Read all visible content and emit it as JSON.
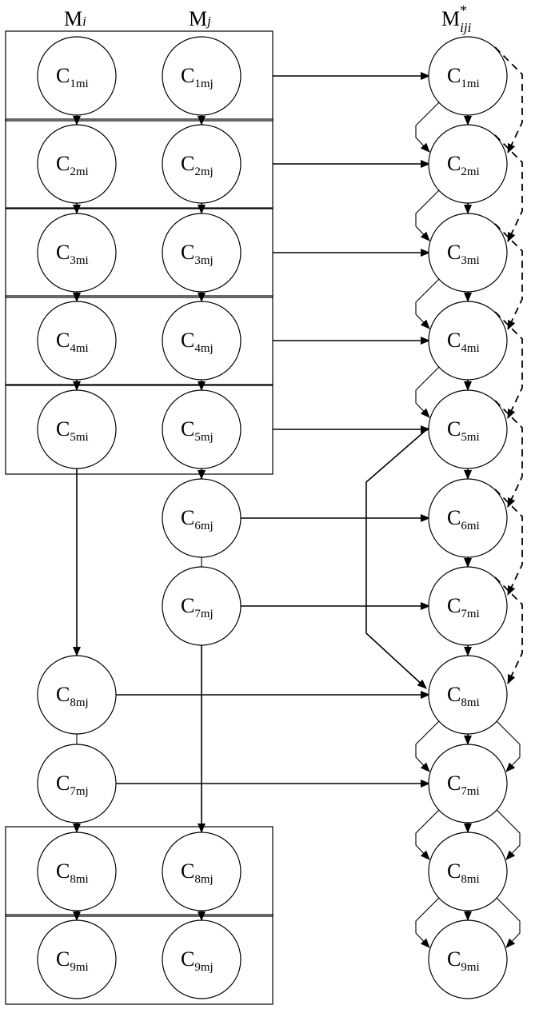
{
  "headers": {
    "mi": {
      "main": "M",
      "sub": "i"
    },
    "mj": {
      "main": "M",
      "sub": "j"
    },
    "mij": {
      "main": "M",
      "sup": "*",
      "sub": "iji"
    }
  },
  "nodes": [
    {
      "id": "l1",
      "main": "C",
      "sub": "1mi"
    },
    {
      "id": "r1",
      "main": "C",
      "sub": "1mj"
    },
    {
      "id": "l2",
      "main": "C",
      "sub": "2mi"
    },
    {
      "id": "r2",
      "main": "C",
      "sub": "2mj"
    },
    {
      "id": "l3",
      "main": "C",
      "sub": "3mi"
    },
    {
      "id": "r3",
      "main": "C",
      "sub": "3mj"
    },
    {
      "id": "l4",
      "main": "C",
      "sub": "4mi"
    },
    {
      "id": "r4",
      "main": "C",
      "sub": "4mj"
    },
    {
      "id": "l5",
      "main": "C",
      "sub": "5mi"
    },
    {
      "id": "r5",
      "main": "C",
      "sub": "5mj"
    },
    {
      "id": "r6",
      "main": "C",
      "sub": "6mj"
    },
    {
      "id": "r7",
      "main": "C",
      "sub": "7mj"
    },
    {
      "id": "l8",
      "main": "C",
      "sub": "8mj"
    },
    {
      "id": "l9",
      "main": "C",
      "sub": "7mj"
    },
    {
      "id": "l10",
      "main": "C",
      "sub": "8mi"
    },
    {
      "id": "r10",
      "main": "C",
      "sub": "8mj"
    },
    {
      "id": "l11",
      "main": "C",
      "sub": "9mi"
    },
    {
      "id": "r11",
      "main": "C",
      "sub": "9mj"
    },
    {
      "id": "m1",
      "main": "C",
      "sub": "1mi"
    },
    {
      "id": "m2",
      "main": "C",
      "sub": "2mi"
    },
    {
      "id": "m3",
      "main": "C",
      "sub": "3mi"
    },
    {
      "id": "m4",
      "main": "C",
      "sub": "4mi"
    },
    {
      "id": "m5",
      "main": "C",
      "sub": "5mi"
    },
    {
      "id": "m6",
      "main": "C",
      "sub": "6mi"
    },
    {
      "id": "m7",
      "main": "C",
      "sub": "7mi"
    },
    {
      "id": "m8",
      "main": "C",
      "sub": "8mi"
    },
    {
      "id": "m9",
      "main": "C",
      "sub": "7mi"
    },
    {
      "id": "m10",
      "main": "C",
      "sub": "8mi"
    },
    {
      "id": "m11",
      "main": "C",
      "sub": "9mi"
    }
  ],
  "groups": [
    {
      "id": "g1",
      "members": [
        "l1",
        "r1"
      ]
    },
    {
      "id": "g2",
      "members": [
        "l2",
        "r2"
      ]
    },
    {
      "id": "g3",
      "members": [
        "l3",
        "r3"
      ]
    },
    {
      "id": "g4",
      "members": [
        "l4",
        "r4"
      ]
    },
    {
      "id": "g5",
      "members": [
        "l5",
        "r5"
      ]
    },
    {
      "id": "g6",
      "members": [
        "l10",
        "r10"
      ]
    },
    {
      "id": "g7",
      "members": [
        "l11",
        "r11"
      ]
    }
  ],
  "edges": {
    "down_arrows": [
      [
        "l1",
        "l2"
      ],
      [
        "r1",
        "r2"
      ],
      [
        "l2",
        "l3"
      ],
      [
        "r2",
        "r3"
      ],
      [
        "l3",
        "l4"
      ],
      [
        "r3",
        "r4"
      ],
      [
        "l4",
        "l5"
      ],
      [
        "r4",
        "r5"
      ],
      [
        "r5",
        "r6"
      ],
      [
        "l5",
        "l8"
      ],
      [
        "r7",
        "r10"
      ],
      [
        "l9",
        "l10"
      ],
      [
        "l10",
        "l11"
      ],
      [
        "r10",
        "r11"
      ],
      [
        "m1",
        "m2"
      ],
      [
        "m2",
        "m3"
      ],
      [
        "m3",
        "m4"
      ],
      [
        "m4",
        "m5"
      ],
      [
        "m5",
        "m6"
      ],
      [
        "m6",
        "m7"
      ],
      [
        "m7",
        "m8"
      ],
      [
        "m8",
        "m9"
      ],
      [
        "m9",
        "m10"
      ],
      [
        "m10",
        "m11"
      ]
    ],
    "plain_links": [
      [
        "r6",
        "r7"
      ],
      [
        "l8",
        "l9"
      ]
    ],
    "cross_arrows": [
      [
        "g1",
        "m1"
      ],
      [
        "g2",
        "m2"
      ],
      [
        "g3",
        "m3"
      ],
      [
        "g4",
        "m4"
      ],
      [
        "g5",
        "m5"
      ],
      [
        "r6",
        "m6"
      ],
      [
        "r7",
        "m7"
      ],
      [
        "l8",
        "m8"
      ],
      [
        "l9",
        "m9"
      ]
    ],
    "left_bypass": [
      [
        "m1",
        "m2"
      ],
      [
        "m2",
        "m3"
      ],
      [
        "m3",
        "m4"
      ],
      [
        "m4",
        "m5"
      ],
      [
        "m8",
        "m9"
      ],
      [
        "m9",
        "m10"
      ],
      [
        "m10",
        "m11"
      ]
    ],
    "long_bypass": [
      [
        "m5",
        "m8"
      ]
    ],
    "right_dashed": [
      [
        "m1",
        "m2"
      ],
      [
        "m2",
        "m3"
      ],
      [
        "m3",
        "m4"
      ],
      [
        "m4",
        "m5"
      ],
      [
        "m5",
        "m6"
      ],
      [
        "m6",
        "m7"
      ],
      [
        "m7",
        "m8"
      ]
    ],
    "right_solid": [
      [
        "m8",
        "m9"
      ],
      [
        "m9",
        "m10"
      ],
      [
        "m10",
        "m11"
      ]
    ]
  }
}
